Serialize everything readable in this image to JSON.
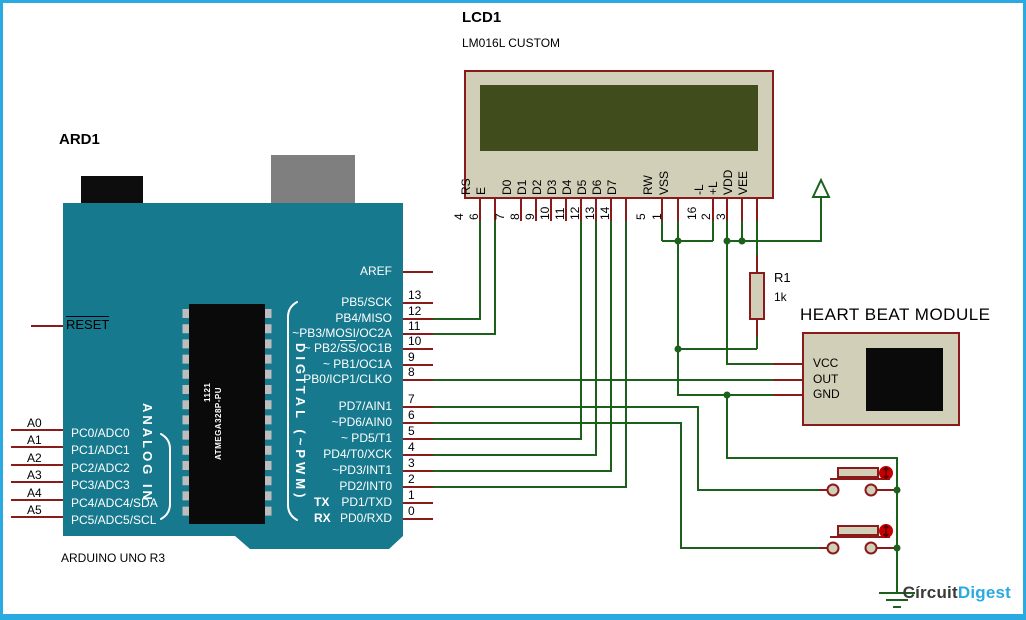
{
  "frame": {
    "accent_color": "#29ABE2"
  },
  "colors": {
    "wire_green": "#1b611b",
    "wire_red": "#8b1a1a",
    "board_teal": "#17798E",
    "component_beige": "#D2CFB8",
    "lcd_screen": "#414C1D"
  },
  "arduino": {
    "ref": "ARD1",
    "board_name": "ARDUINO UNO R3",
    "reset_label": "RESET",
    "aref_label": "AREF",
    "analog_group_label": "ANALOG IN",
    "digital_group_label": "DIGITAL (~PWM)",
    "chip_label": "ATMEGA328P-PU",
    "chip_code": "1121",
    "tx_label": "TX",
    "rx_label": "RX",
    "left_pins": [
      {
        "ext": "A0",
        "label": "PC0/ADC0"
      },
      {
        "ext": "A1",
        "label": "PC1/ADC1"
      },
      {
        "ext": "A2",
        "label": "PC2/ADC2"
      },
      {
        "ext": "A3",
        "label": "PC3/ADC3"
      },
      {
        "ext": "A4",
        "label": "PC4/ADC4/SDA"
      },
      {
        "ext": "A5",
        "label": "PC5/ADC5/SCL"
      }
    ],
    "right_pins_b": [
      {
        "num": "13",
        "label": "PB5/SCK"
      },
      {
        "num": "12",
        "label": "PB4/MISO"
      },
      {
        "num": "11",
        "label": "~PB3/MOSI/OC2A"
      },
      {
        "num": "10",
        "pre": "~ PB2/",
        "over": "SS",
        "post": "/OC1B"
      },
      {
        "num": "9",
        "label": "~ PB1/OC1A"
      },
      {
        "num": "8",
        "label": "PB0/ICP1/CLKO"
      }
    ],
    "right_pins_d": [
      {
        "num": "7",
        "label": "PD7/AIN1"
      },
      {
        "num": "6",
        "label": "~PD6/AIN0"
      },
      {
        "num": "5",
        "label": "~  PD5/T1"
      },
      {
        "num": "4",
        "label": "PD4/T0/XCK"
      },
      {
        "num": "3",
        "label": "~PD3/INT1"
      },
      {
        "num": "2",
        "label": "PD2/INT0"
      },
      {
        "num": "1",
        "label": "PD1/TXD"
      },
      {
        "num": "0",
        "label": "PD0/RXD"
      }
    ]
  },
  "lcd": {
    "ref": "LCD1",
    "part": "LM016L CUSTOM",
    "pins": [
      {
        "label": "RS",
        "num": "4"
      },
      {
        "label": "E",
        "num": "6"
      },
      {
        "label": "D0",
        "num": "7"
      },
      {
        "label": "D1",
        "num": "8"
      },
      {
        "label": "D2",
        "num": "9"
      },
      {
        "label": "D3",
        "num": "10"
      },
      {
        "label": "D4",
        "num": "11"
      },
      {
        "label": "D5",
        "num": "12"
      },
      {
        "label": "D6",
        "num": "13"
      },
      {
        "label": "D7",
        "num": "14"
      },
      {
        "label": "RW",
        "num": "5"
      },
      {
        "label": "VSS",
        "num": "1"
      },
      {
        "label": "-L",
        "num": "16"
      },
      {
        "label": "+L",
        "num": "2"
      },
      {
        "label": "VDD",
        "num": "3"
      },
      {
        "label": "VEE",
        "num": ""
      }
    ]
  },
  "resistor": {
    "ref": "R1",
    "value": "1k"
  },
  "heartbeat": {
    "title": "HEART BEAT MODULE",
    "pins": [
      "VCC",
      "OUT",
      "GND"
    ]
  },
  "logo": {
    "circuit": "Círcuit",
    "digest": "Digest"
  }
}
